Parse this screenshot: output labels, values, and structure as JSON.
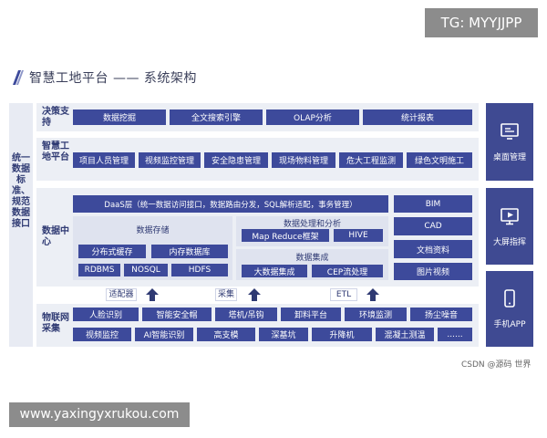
{
  "watermarks": {
    "tg": "TG: MYYJJPP",
    "url": "www.yaxingyxrukou.com",
    "credit": "CSDN @源码 世界"
  },
  "title": "智慧工地平台 —— 系统架构",
  "sidebar_left": "统一数据标准、规范数据接口",
  "rows": {
    "decision": {
      "label": "决策支持",
      "items": [
        "数据挖掘",
        "全文搜索引擎",
        "OLAP分析",
        "统计报表"
      ]
    },
    "platform": {
      "label": "智慧工地平台",
      "items": [
        "项目人员管理",
        "视频监控管理",
        "安全隐患管理",
        "现场物料管理",
        "危大工程监测",
        "绿色文明施工"
      ]
    },
    "datacenter": {
      "label": "数据中心",
      "daas": "DaaS层（统一数据访问接口，数据路由分发，SQL解析适配，事务管理）",
      "storage_title": "数据存储",
      "storage_items": [
        "分布式缓存",
        "内存数据库",
        "RDBMS",
        "NOSQL",
        "HDFS"
      ],
      "processing_title": "数据处理和分析",
      "processing_items": [
        "Map Reduce框架",
        "HIVE"
      ],
      "integration_title": "数据集成",
      "integration_items": [
        "大数据集成",
        "CEP流处理"
      ],
      "side_items": [
        "BIM",
        "CAD",
        "文档资料",
        "图片视频"
      ]
    },
    "connectors": [
      "适配器",
      "采集",
      "ETL"
    ],
    "iot": {
      "label": "物联网采集",
      "row1": [
        "人脸识别",
        "智能安全帽",
        "塔机/吊钩",
        "卸料平台",
        "环境监测",
        "扬尘噪音"
      ],
      "row2": [
        "视频监控",
        "AI智能识别",
        "高支模",
        "深基坑",
        "升降机",
        "混凝土测温",
        "......"
      ]
    }
  },
  "right_panel": [
    {
      "label": "桌面管理",
      "icon": "desktop-icon"
    },
    {
      "label": "大屏指挥",
      "icon": "big-screen-icon"
    },
    {
      "label": "手机APP",
      "icon": "mobile-phone-icon"
    }
  ]
}
